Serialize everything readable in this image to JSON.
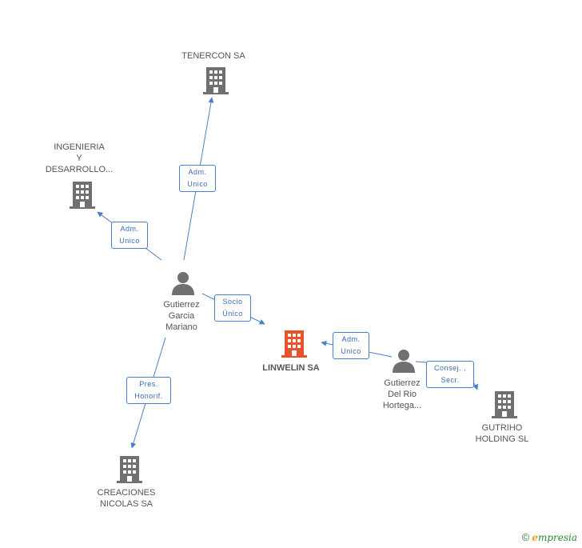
{
  "colors": {
    "edge": "#4a7fc9",
    "building": "#707070",
    "building_main": "#e8532a",
    "person": "#707070"
  },
  "nodes": {
    "tenercon": {
      "label": "TENERCON SA",
      "icon": "building-icon"
    },
    "ingenieria": {
      "label_lines": [
        "INGENIERIA",
        "Y",
        "DESARROLLO..."
      ],
      "icon": "building-icon"
    },
    "gutierrez_garcia": {
      "label_lines": [
        "Gutierrez",
        "Garcia",
        "Mariano"
      ],
      "icon": "person-icon"
    },
    "linwelin": {
      "label": "LINWELIN SA",
      "icon": "building-icon"
    },
    "gutierrez_delrio": {
      "label_lines": [
        "Gutierrez",
        "Del Rio",
        "Hortega..."
      ],
      "icon": "person-icon"
    },
    "gutriho": {
      "label_lines": [
        "GUTRIHO",
        "HOLDING SL"
      ],
      "icon": "building-icon"
    },
    "creaciones": {
      "label_lines": [
        "CREACIONES",
        "NICOLAS SA"
      ],
      "icon": "building-icon"
    }
  },
  "edges": {
    "to_tenercon": [
      "Adm.",
      "Unico"
    ],
    "to_ingenieria": [
      "Adm.",
      "Unico"
    ],
    "to_linwelin_socio": [
      "Socio",
      "Único"
    ],
    "to_linwelin_adm": [
      "Adm.",
      "Unico"
    ],
    "to_gutriho": [
      "Consej. ,",
      "Secr."
    ],
    "to_creaciones": [
      "Pres.",
      "Honorif."
    ]
  },
  "footer": {
    "copyright": "©",
    "brand_initial": "e",
    "brand_rest": "mpresia"
  }
}
